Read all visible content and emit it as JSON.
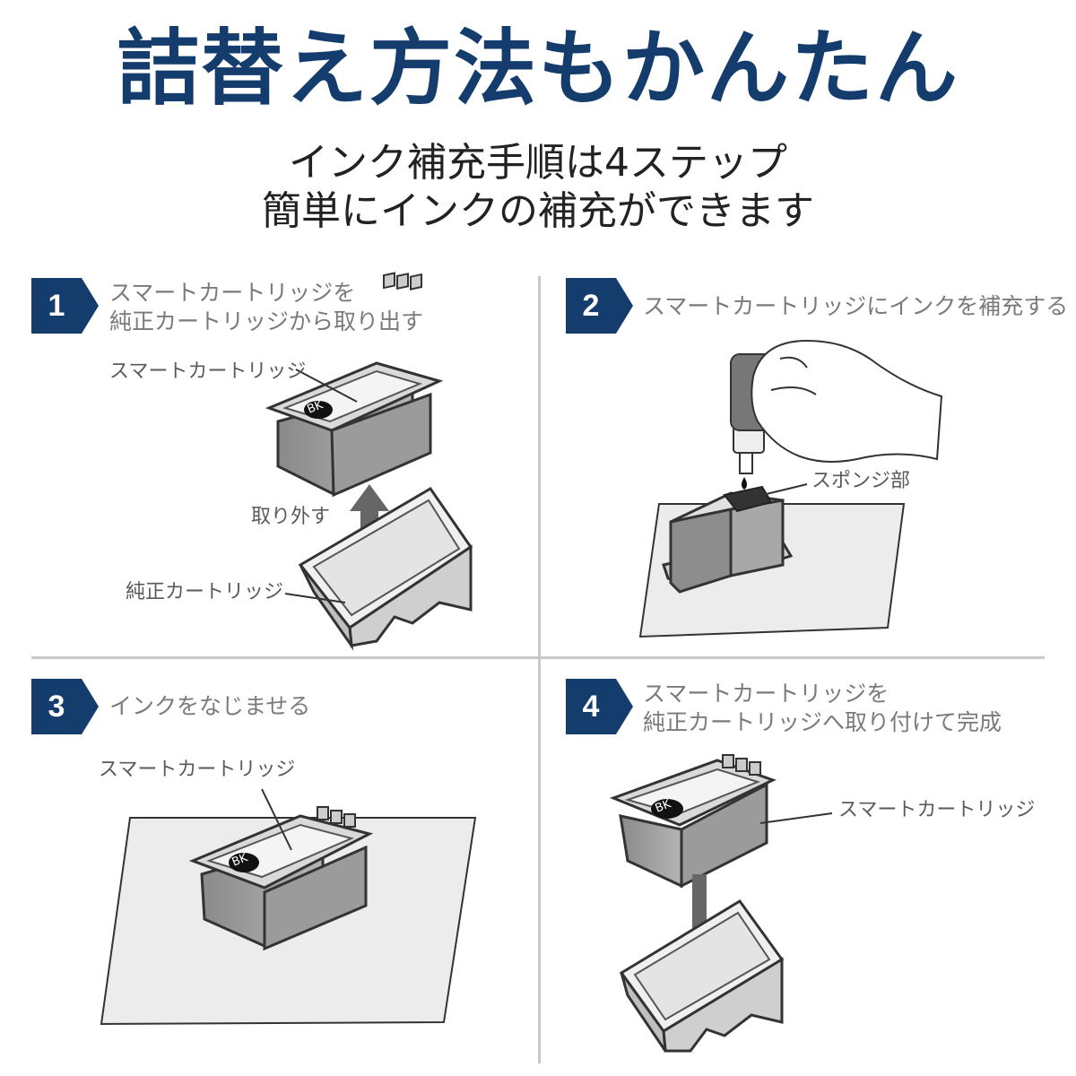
{
  "title": "詰替え方法もかんたん",
  "subtitle": {
    "line1": "インク補充手順は4ステップ",
    "line2": "簡単にインクの補充ができます"
  },
  "colors": {
    "accent": "#143d6e",
    "label_text": "#5a5a5a",
    "step_text": "#7a7a7a"
  },
  "steps": [
    {
      "number": "1",
      "text_lines": [
        "スマートカートリッジを",
        "純正カートリッジから取り出す"
      ],
      "labels": {
        "top": "スマートカートリッジ",
        "action": "取り外す",
        "bottom": "純正カートリッジ"
      },
      "cartridge_badge": "BK"
    },
    {
      "number": "2",
      "text_lines": [
        "スマートカートリッジにインクを補充する"
      ],
      "labels": {
        "sponge": "スポンジ部"
      }
    },
    {
      "number": "3",
      "text_lines": [
        "インクをなじませる"
      ],
      "labels": {
        "top": "スマートカートリッジ"
      },
      "cartridge_badge": "BK"
    },
    {
      "number": "4",
      "text_lines": [
        "スマートカートリッジを",
        "純正カートリッジへ取り付けて完成"
      ],
      "labels": {
        "right": "スマートカートリッジ"
      },
      "cartridge_badge": "BK"
    }
  ]
}
